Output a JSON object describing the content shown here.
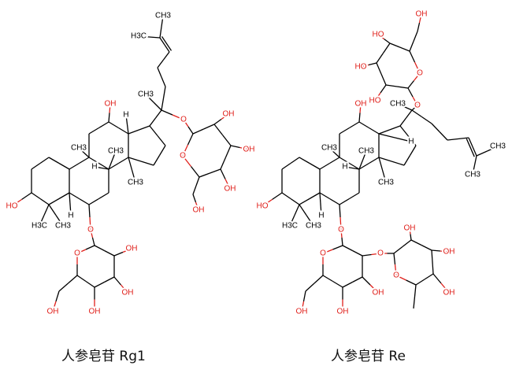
{
  "colors": {
    "bond": "#000000",
    "oxygen": "#e0201b"
  },
  "atom_labels": {
    "OH": "OH",
    "HO": "HO",
    "O": "O",
    "H": "H",
    "CH3": "CH3",
    "H3C": "H3C"
  },
  "molecules": [
    {
      "name": "人参皂苷 Rg1"
    },
    {
      "name": "人参皂苷 Re"
    }
  ]
}
